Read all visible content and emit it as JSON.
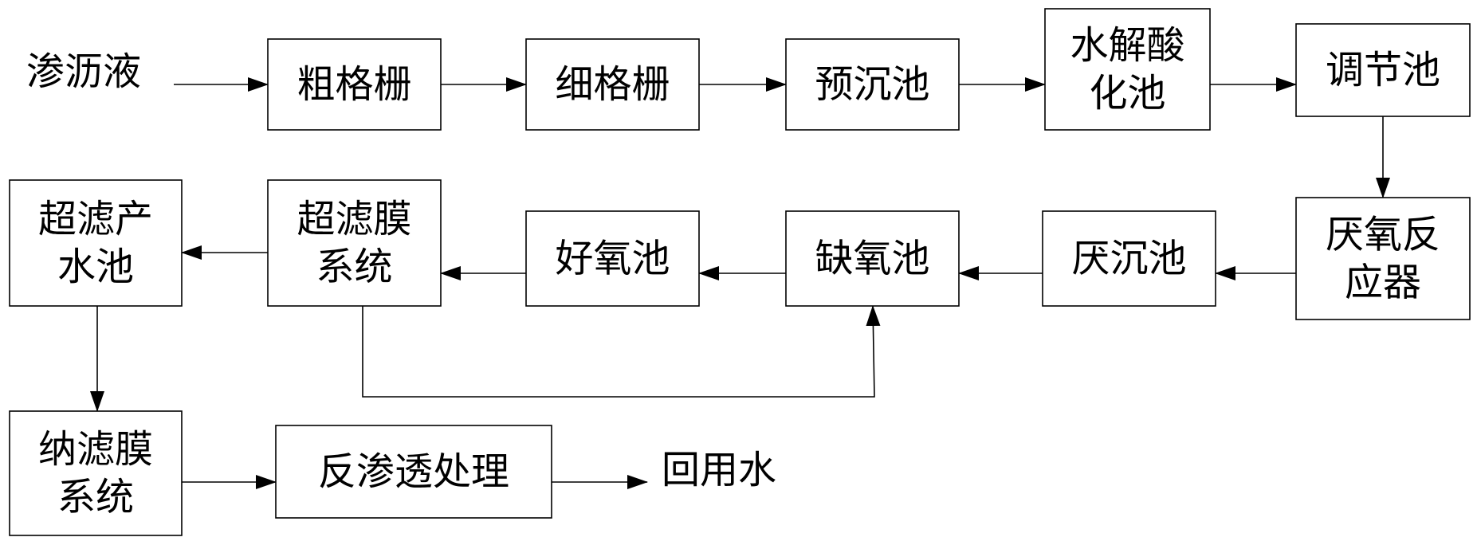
{
  "nodes": [
    {
      "id": "leachate",
      "lines": [
        "渗沥液"
      ],
      "boxed": false
    },
    {
      "id": "coarse_screen",
      "lines": [
        "粗格栅"
      ],
      "boxed": true
    },
    {
      "id": "fine_screen",
      "lines": [
        "细格栅"
      ],
      "boxed": true
    },
    {
      "id": "pre_settling",
      "lines": [
        "预沉池"
      ],
      "boxed": true
    },
    {
      "id": "hydrolysis",
      "lines": [
        "水解酸",
        "化池"
      ],
      "boxed": true
    },
    {
      "id": "equalization",
      "lines": [
        "调节池"
      ],
      "boxed": true
    },
    {
      "id": "anaerobic_reactor",
      "lines": [
        "厌氧反",
        "应器"
      ],
      "boxed": true
    },
    {
      "id": "anaerobic_settling",
      "lines": [
        "厌沉池"
      ],
      "boxed": true
    },
    {
      "id": "anoxic",
      "lines": [
        "缺氧池"
      ],
      "boxed": true
    },
    {
      "id": "aerobic",
      "lines": [
        "好氧池"
      ],
      "boxed": true
    },
    {
      "id": "uf_system",
      "lines": [
        "超滤膜",
        "系统"
      ],
      "boxed": true
    },
    {
      "id": "uf_product",
      "lines": [
        "超滤产",
        "水池"
      ],
      "boxed": true
    },
    {
      "id": "nf_system",
      "lines": [
        "纳滤膜",
        "系统"
      ],
      "boxed": true
    },
    {
      "id": "ro_treatment",
      "lines": [
        "反渗透处理"
      ],
      "boxed": true
    },
    {
      "id": "reuse_water",
      "lines": [
        "回用水"
      ],
      "boxed": false
    }
  ],
  "edges": [
    {
      "from": "leachate",
      "to": "coarse_screen"
    },
    {
      "from": "coarse_screen",
      "to": "fine_screen"
    },
    {
      "from": "fine_screen",
      "to": "pre_settling"
    },
    {
      "from": "pre_settling",
      "to": "hydrolysis"
    },
    {
      "from": "hydrolysis",
      "to": "equalization"
    },
    {
      "from": "equalization",
      "to": "anaerobic_reactor"
    },
    {
      "from": "anaerobic_reactor",
      "to": "anaerobic_settling"
    },
    {
      "from": "anaerobic_settling",
      "to": "anoxic"
    },
    {
      "from": "anoxic",
      "to": "aerobic"
    },
    {
      "from": "aerobic",
      "to": "uf_system"
    },
    {
      "from": "uf_system",
      "to": "uf_product"
    },
    {
      "from": "uf_product",
      "to": "nf_system"
    },
    {
      "from": "nf_system",
      "to": "ro_treatment"
    },
    {
      "from": "ro_treatment",
      "to": "reuse_water"
    },
    {
      "from": "uf_system",
      "to": "anoxic",
      "kind": "recycle"
    }
  ],
  "colors": {
    "line": "#000000",
    "box_fill": "#ffffff",
    "background": "#ffffff"
  }
}
